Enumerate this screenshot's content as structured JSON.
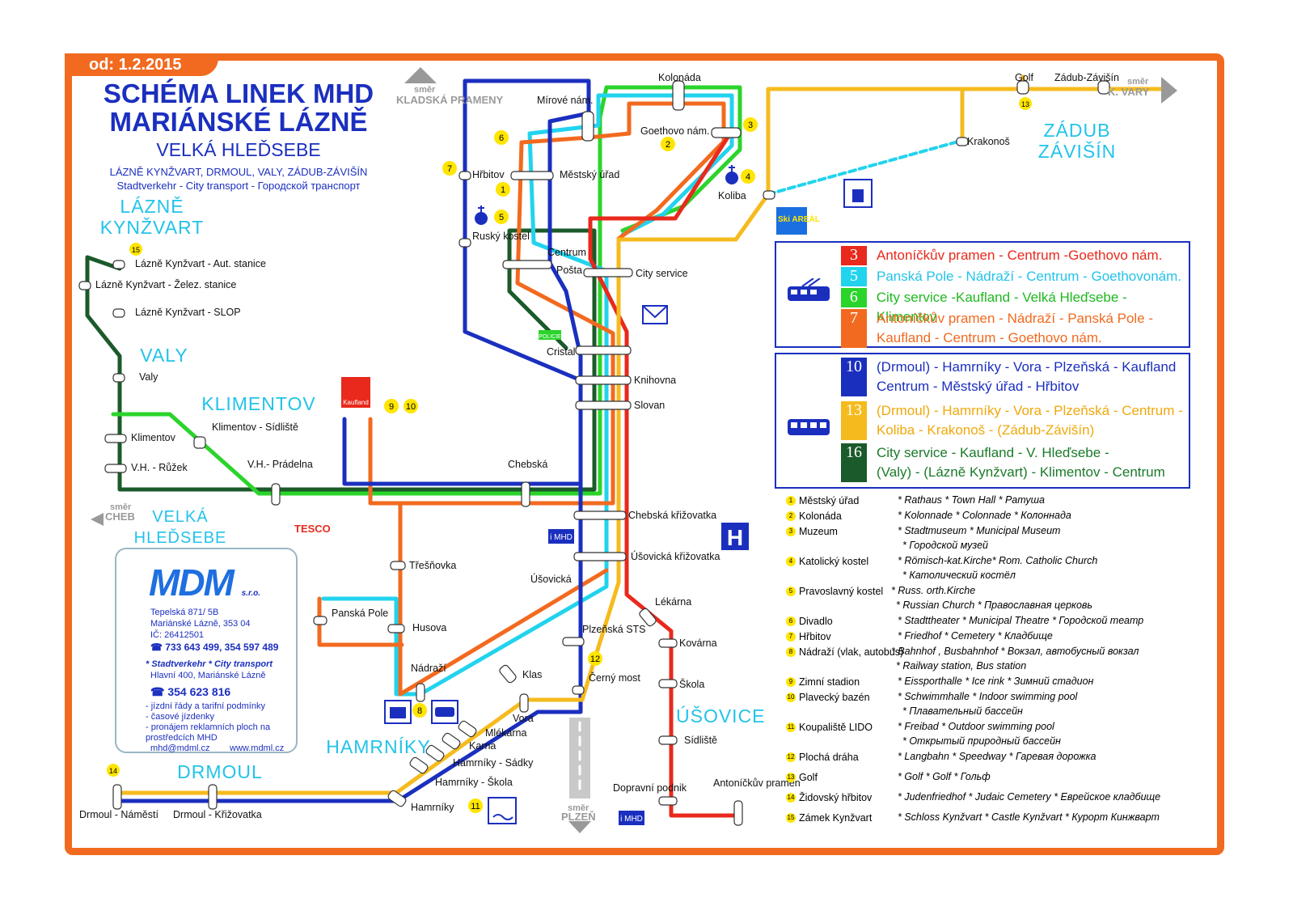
{
  "header": {
    "date": "od: 1.2.2015",
    "title_line1": "SCHÉMA LINEK MHD",
    "title_line2": "MARIÁNSKÉ LÁZNĚ",
    "subtitle": "VELKÁ HLEĎSEBE",
    "line_towns": "LÁZNĚ KYNŽVART, DRMOUL, VALY, ZÁDUB-ZÁVIŠÍN",
    "line_transport": "Stadtverkehr - City transport - Городской транспорт"
  },
  "areas": {
    "lazne_kynzvart": "LÁZNĚ KYNŽVART",
    "valy": "VALY",
    "klimentov": "KLIMENTOV",
    "velka_hledsebe": "VELKÁ HLEĎSEBE",
    "drmoul": "DRMOUL",
    "hamrniky": "HAMRNÍKY",
    "usovice": "ÚŠOVICE",
    "zadub_zavisin": "ZÁDUB ZÁVIŠÍN"
  },
  "directions": {
    "kladska": {
      "smer": "směr",
      "name": "KLADSKÁ PRAMENY"
    },
    "k_vary": {
      "smer": "směr",
      "name": "K. VARY"
    },
    "cheb": {
      "smer": "směr",
      "name": "CHEB"
    },
    "plzen": {
      "smer": "směr",
      "name": "PLZEŇ"
    }
  },
  "stops": {
    "kolonada": "Kolonáda",
    "mirove_nam": "Mírové nám.",
    "goethovo_nam": "Goethovo nám.",
    "hrbitov": "Hřbitov",
    "mestsky_urad": "Městský úřad",
    "rusky_kostel": "Ruský kostel",
    "centrum": "Centrum",
    "posta": "Pošta",
    "city_service": "City service",
    "cristal": "Cristal",
    "knihovna": "Knihovna",
    "slovan": "Slovan",
    "koliba": "Koliba",
    "golf": "Golf",
    "zadub_zavisin": "Zádub-Závišín",
    "krakonos": "Krakonoš",
    "lk_aut": "Lázně Kynžvart - Aut. stanice",
    "lk_zel": "Lázně Kynžvart - Želez. stanice",
    "lk_slop": "Lázně Kynžvart - SLOP",
    "valy": "Valy",
    "klimentov": "Klimentov",
    "klimentov_sidliste": "Klimentov - Sídliště",
    "vh_ruzek": "V.H. - Růžek",
    "vh_pradelna": "V.H.- Prádelna",
    "chebska": "Chebská",
    "chebska_krizovatka": "Chebská křižovatka",
    "usovicka_krizovatka": "Úšovická křižovatka",
    "usovicka": "Úšovická",
    "tresnovka": "Třešňovka",
    "panska_pole": "Panská Pole",
    "husova": "Husova",
    "nadrazi": "Nádraží",
    "klas": "Klas",
    "plzenska_sts": "Plzeňská STS",
    "cerny_most": "Černý most",
    "vora": "Vora",
    "lekarna": "Lékárna",
    "kovarna": "Kovárna",
    "skola": "Škola",
    "sidliste": "Sídliště",
    "mlekarna": "Mlékárna",
    "karna": "Karna",
    "hamrniky_sadky": "Hamrníky - Sádky",
    "hamrniky_skola": "Hamrníky - Škola",
    "hamrniky": "Hamrníky",
    "drmoul_namesti": "Drmoul - Náměstí",
    "drmoul_krizovatka": "Drmoul - Křižovatka",
    "dopravni_podnik": "Dopravní podnik",
    "antonickuv_pramen": "Antoníčkův pramen"
  },
  "badges": {
    "kaufland": "Kaufland",
    "tesco": "TESCO",
    "policie": "POLICIE",
    "ski": "Ski AREÁL",
    "imhd": "i MHD",
    "hospital": "H"
  },
  "poi_numbers": [
    "1",
    "2",
    "3",
    "4",
    "5",
    "6",
    "7",
    "8",
    "9",
    "10",
    "11",
    "12",
    "13",
    "14",
    "15"
  ],
  "trolley_lines": [
    {
      "num": "3",
      "color": "#e8291c",
      "text_color": "#e8291c",
      "lines": [
        "Antoníčkův  pramen -   Centrum -Goethovo nám."
      ]
    },
    {
      "num": "5",
      "color": "#22d3ee",
      "text_color": "#22c3ea",
      "lines": [
        "Panská Pole -  Nádraží -  Centrum -  Goethovonám."
      ]
    },
    {
      "num": "6",
      "color": "#2bd42b",
      "text_color": "#1fb81f",
      "lines": [
        "City service  -Kaufland - Velká Hleďsebe - Klimentov"
      ]
    },
    {
      "num": "7",
      "color": "#f26a1f",
      "text_color": "#f26a1f",
      "lines": [
        "Antoníčkův pramen -  Nádraží -  Panská Pole -",
        "Kaufland - Centrum - Goethovo nám."
      ]
    }
  ],
  "bus_lines": [
    {
      "num": "10",
      "color": "#1b2fbf",
      "text_color": "#1b2fbf",
      "lines": [
        "(Drmoul) -  Hamrníky -  Vora -  Plzeňská -  Kaufland",
        "Centrum - Městský úřad - Hřbitov"
      ]
    },
    {
      "num": "13",
      "color": "#f5bb1e",
      "text_color": "#f0a80c",
      "lines": [
        "(Drmoul) -  Hamrníky -  Vora -  Plzeňská -  Centrum -",
        "Koliba - Krakonoš - (Zádub-Závišín)"
      ]
    },
    {
      "num": "16",
      "color": "#1b5a2a",
      "text_color": "#1b7a2a",
      "lines": [
        "City service -  Kaufland -   V. Hleďsebe -",
        "(Valy) -   (Lázně Kynžvart) - Klimentov - Centrum"
      ]
    }
  ],
  "notes": [
    {
      "num": "1",
      "name": "Městský úřad",
      "lines": [
        "* Rathaus * Town Hall  *  Ратуша"
      ]
    },
    {
      "num": "2",
      "name": "Kolonáda",
      "lines": [
        "* Kolonnade * Colonnade  *  Колоннада"
      ]
    },
    {
      "num": "3",
      "name": "Muzeum",
      "lines": [
        "* Stadtmuseum * Municipal  Museum",
        "*  Городской музей"
      ]
    },
    {
      "num": "4",
      "name": "Katolický kostel",
      "lines": [
        "* Römisch-kat.Kirche* Rom. Catholic Church",
        "* Католический костёл"
      ]
    },
    {
      "num": "5",
      "name": "Pravoslavný kostel",
      "lines": [
        "* Russ. orth.Kirche",
        "*  Russian Church * Православная церковь"
      ]
    },
    {
      "num": "6",
      "name": "Divadlo",
      "lines": [
        "* Stadttheater * Municipal Theatre *  Городской театр"
      ]
    },
    {
      "num": "7",
      "name": "Hřbitov",
      "lines": [
        "* Friedhof * Cemetery  *  Кладбище"
      ]
    },
    {
      "num": "8",
      "name": "Nádraží (vlak, autobus)",
      "lines": [
        "* Bahnhof , Busbahnhof * Вокзал, автобусный вокзал",
        "* Railway station, Bus station"
      ]
    },
    {
      "num": "9",
      "name": "Zimní stadion",
      "lines": [
        "* Eissporthalle * Ice rink * Зимний стадион"
      ]
    },
    {
      "num": "10",
      "name": "Plavecký bazén",
      "lines": [
        "* Schwimmhalle  * Indoor  swimming  pool",
        "* Плавательный бассейн"
      ]
    },
    {
      "num": "11",
      "name": "Koupaliště LIDO",
      "lines": [
        "* Freibad  * Outdoor swimming pool",
        "* Открытый природный бассейн"
      ]
    },
    {
      "num": "12",
      "name": "Plochá dráha",
      "lines": [
        "* Langbahn * Speedway  * Гаревая дорожка"
      ]
    },
    {
      "num": "13",
      "name": "Golf",
      "lines": [
        "* Golf * Golf  * Гольф"
      ]
    },
    {
      "num": "14",
      "name": "Židovský hřbitov",
      "lines": [
        "* Judenfriedhof * Judaic Cemetery *  Еврейское кладбище"
      ]
    },
    {
      "num": "15",
      "name": "Zámek Kynžvart",
      "lines": [
        "* Schloss Kynžvart * Castle Kynžvart  * Курорт Кинжварт"
      ]
    }
  ],
  "company": {
    "logo": "MDM",
    "logo_suffix": "s.r.o.",
    "address1": "Tepelská 871/ 5B",
    "address2": "Mariánské Lázně, 353 04",
    "ic": "IČ: 26412501",
    "phone1": "☎ 733 643 499, 354 597 489",
    "office_title": "* Stadtverkehr  * City transport",
    "office_address": "Hlavní 400, Mariánské Lázně",
    "phone2": "☎  354 623 816",
    "services": [
      "- jízdní řády a tarifní podmínky",
      "- časové jízdenky",
      "- pronájem reklamních ploch na",
      "  prostředcích MHD"
    ],
    "email": "mhd@mdml.cz",
    "web": "www.mdml.cz"
  },
  "colors": {
    "line3": "#e8291c",
    "line5": "#22d3ee",
    "line6": "#2bd42b",
    "line7": "#f26a1f",
    "line10": "#1b2fbf",
    "line13": "#f5bb1e",
    "line16": "#1b5a2a",
    "frame": "#f26a1f",
    "title": "#1b2fbf"
  },
  "icons": [
    "trolleybus-icon",
    "bus-icon",
    "train-icon",
    "cable-car-icon",
    "church-icon",
    "mail-icon",
    "swimming-icon",
    "info-icon",
    "hospital-icon"
  ]
}
